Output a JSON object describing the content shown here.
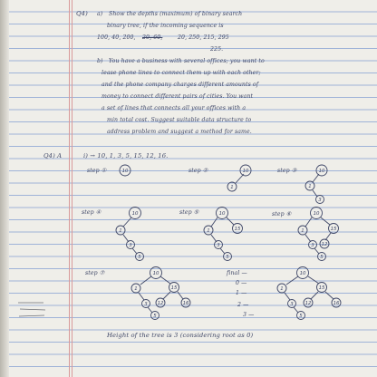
{
  "q4": {
    "number": "Q4)",
    "a": {
      "label": "a)",
      "line1": "Show the depths (maximum) of binary search",
      "line2": "binary tree, if the incoming sequence is",
      "line3a": "100, 40, 200,",
      "line3b": "20, 60,",
      "line3c": "20, 250, 215, 295",
      "line4": "225."
    },
    "b": {
      "label": "b)",
      "line1": "You have a business with several offices; you want to",
      "line2": "lease phone lines to connect them up with each other;",
      "line3": "and the phone company charges different amounts of",
      "line4": "money to connect different pairs of cities. You want",
      "line5": "a set of lines that connects all your offices with a",
      "line6": "min total cost. Suggest suitable data structure to",
      "line7": "address problem and suggest a method for same."
    }
  },
  "q4_answer": {
    "label": "Q4) A",
    "sequence": "i) → 10, 1, 3, 5, 15, 12, 16.",
    "steps": [
      {
        "label": "step ①",
        "nodes": [
          "10"
        ]
      },
      {
        "label": "step ②",
        "nodes": [
          "10",
          "1"
        ]
      },
      {
        "label": "step ③",
        "nodes": [
          "10",
          "1",
          "3"
        ]
      },
      {
        "label": "step ④",
        "nodes": [
          "10",
          "1",
          "3",
          "5"
        ]
      },
      {
        "label": "step ⑤",
        "nodes": [
          "10",
          "1",
          "15",
          "3",
          "5"
        ]
      },
      {
        "label": "step ⑥",
        "nodes": [
          "10",
          "1",
          "15",
          "3",
          "12",
          "5"
        ]
      },
      {
        "label": "step ⑦",
        "nodes": [
          "10",
          "1",
          "15",
          "3",
          "12",
          "16",
          "5"
        ]
      }
    ],
    "final": {
      "label": "final —",
      "levels": [
        "0 —",
        "1 —",
        "2 —",
        "3 —"
      ],
      "nodes": [
        "10",
        "1",
        "15",
        "3",
        "12",
        "16",
        "5"
      ]
    },
    "height_note": "Height of the tree is 3 (considering root as 0)"
  }
}
